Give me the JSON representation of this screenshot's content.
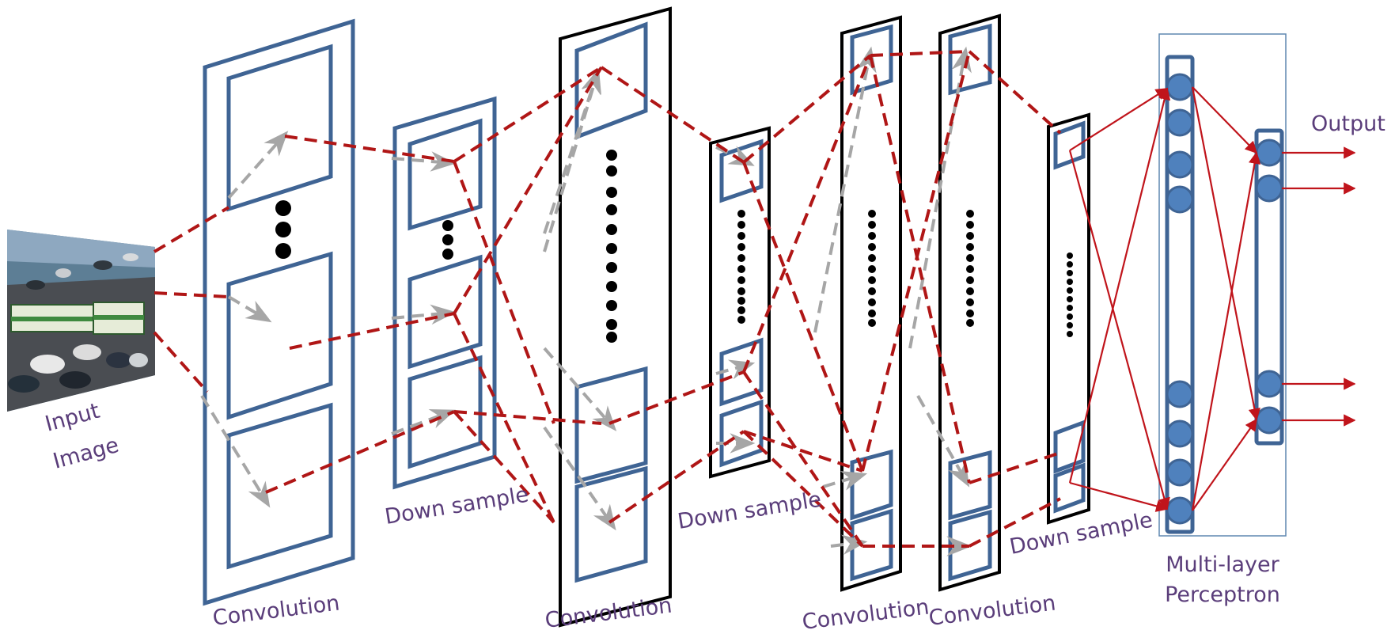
{
  "labels": {
    "input_image": [
      "Input",
      "Image"
    ],
    "conv1": "Convolution",
    "down1": "Down sample",
    "conv2": "Convolution",
    "down2": "Down sample",
    "conv3": "Convolution",
    "conv4": "Convolution",
    "down3": "Down sample",
    "mlp": [
      "Multi-layer",
      "Perceptron"
    ],
    "output": "Output"
  },
  "colors": {
    "blue_stroke": "#3f6494",
    "blue_fill": "#4f81bd",
    "black_stroke": "#000000",
    "red_dash": "#b01616",
    "gray_dash": "#a6a6a6",
    "red_arrow": "#c0141b",
    "label": "#5a3d7a",
    "mlp_box": "#5f87b0"
  },
  "icons": {
    "input_image": "traffic-photo-thumbnail"
  }
}
